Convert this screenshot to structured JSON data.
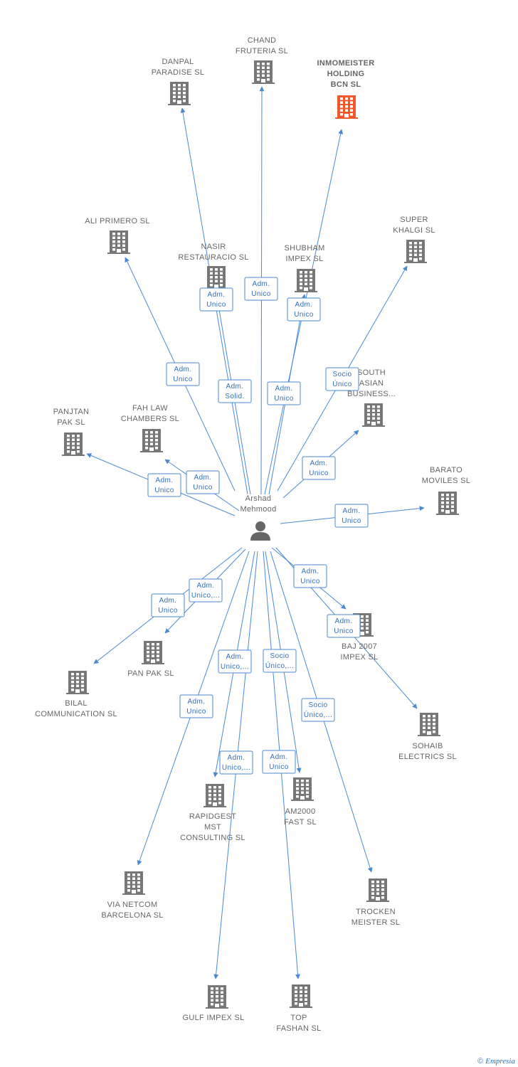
{
  "colors": {
    "edge": "#4a8ad4",
    "building": "#777777",
    "highlight": "#f05a2a",
    "person": "#666666"
  },
  "center": {
    "id": "arshad",
    "label_lines": [
      "Arshad",
      "Mehmood"
    ],
    "icon": "person-icon"
  },
  "nodes": [
    {
      "id": "danpal",
      "label_lines": [
        "DANPAL",
        "PARADISE SL"
      ],
      "icon": "building-icon"
    },
    {
      "id": "chand",
      "label_lines": [
        "CHAND",
        "FRUTERIA SL"
      ],
      "icon": "building-icon"
    },
    {
      "id": "inmomeister",
      "label_lines": [
        "INMOMEISTER",
        "HOLDING",
        "BCN SL"
      ],
      "icon": "building-icon",
      "highlight": true
    },
    {
      "id": "aliprimero",
      "label_lines": [
        "ALI PRIMERO SL"
      ],
      "icon": "building-icon"
    },
    {
      "id": "nasir",
      "label_lines": [
        "NASIR",
        "RESTAURACIO SL"
      ],
      "icon": "building-icon"
    },
    {
      "id": "shubham",
      "label_lines": [
        "SHUBHAM",
        "IMPEX SL"
      ],
      "icon": "building-icon"
    },
    {
      "id": "superkhalgi",
      "label_lines": [
        "SUPER",
        "KHALGI SL"
      ],
      "icon": "building-icon"
    },
    {
      "id": "southasian",
      "label_lines": [
        "SOUTH",
        "ASIAN",
        "BUSINESS..."
      ],
      "icon": "building-icon"
    },
    {
      "id": "panjtan",
      "label_lines": [
        "PANJTAN",
        "PAK SL"
      ],
      "icon": "building-icon"
    },
    {
      "id": "fahlaw",
      "label_lines": [
        "FAH LAW",
        "CHAMBERS SL"
      ],
      "icon": "building-icon"
    },
    {
      "id": "barato",
      "label_lines": [
        "BARATO",
        "MOVILES SL"
      ],
      "icon": "building-icon"
    },
    {
      "id": "baj2007",
      "label_lines": [
        "BAJ 2007",
        "IMPEX SL"
      ],
      "icon": "building-icon"
    },
    {
      "id": "panpak",
      "label_lines": [
        "PAN PAK SL"
      ],
      "icon": "building-icon"
    },
    {
      "id": "bilal",
      "label_lines": [
        "BILAL",
        "COMMUNICATION SL"
      ],
      "icon": "building-icon"
    },
    {
      "id": "sohaib",
      "label_lines": [
        "SOHAIB",
        "ELECTRICS SL"
      ],
      "icon": "building-icon"
    },
    {
      "id": "rapidgest",
      "label_lines": [
        "RAPIDGEST",
        "MST",
        "CONSULTING SL"
      ],
      "icon": "building-icon"
    },
    {
      "id": "am2000",
      "label_lines": [
        "AM2000",
        "FAST  SL"
      ],
      "icon": "building-icon"
    },
    {
      "id": "vianetcom",
      "label_lines": [
        "VIA NETCOM",
        "BARCELONA SL"
      ],
      "icon": "building-icon"
    },
    {
      "id": "trocken",
      "label_lines": [
        "TROCKEN",
        "MEISTER SL"
      ],
      "icon": "building-icon"
    },
    {
      "id": "gulf",
      "label_lines": [
        "GULF IMPEX SL"
      ],
      "icon": "building-icon"
    },
    {
      "id": "topfashan",
      "label_lines": [
        "TOP",
        "FASHAN SL"
      ],
      "icon": "building-icon"
    }
  ],
  "edges": [
    {
      "to": "danpal",
      "label_lines": [
        "Adm.",
        "Solid."
      ]
    },
    {
      "to": "chand",
      "label_lines": [
        "Adm.",
        "Unico"
      ]
    },
    {
      "to": "inmomeister",
      "label_lines": [
        "Adm.",
        "Unico"
      ]
    },
    {
      "to": "aliprimero",
      "label_lines": [
        "Adm.",
        "Unico"
      ]
    },
    {
      "to": "nasir",
      "label_lines": [
        "Adm.",
        "Unico"
      ]
    },
    {
      "to": "shubham",
      "label_lines": [
        "Adm.",
        "Unico"
      ]
    },
    {
      "to": "superkhalgi",
      "label_lines": [
        "Socio",
        "Único"
      ]
    },
    {
      "to": "southasian",
      "label_lines": [
        "Adm.",
        "Unico"
      ]
    },
    {
      "to": "panjtan",
      "label_lines": [
        "Adm.",
        "Unico"
      ]
    },
    {
      "to": "fahlaw",
      "label_lines": [
        "Adm.",
        "Unico"
      ]
    },
    {
      "to": "barato",
      "label_lines": [
        "Adm.",
        "Unico"
      ]
    },
    {
      "to": "baj2007",
      "label_lines": [
        "Adm.",
        "Unico"
      ]
    },
    {
      "to": "panpak",
      "label_lines": [
        "Adm.",
        "Unico,..."
      ]
    },
    {
      "to": "bilal",
      "label_lines": [
        "Adm.",
        "Unico"
      ]
    },
    {
      "to": "sohaib",
      "label_lines": [
        "Adm.",
        "Unico"
      ]
    },
    {
      "to": "rapidgest",
      "label_lines": [
        "Adm.",
        "Unico,..."
      ]
    },
    {
      "to": "am2000",
      "label_lines": [
        "Socio",
        "Único,..."
      ]
    },
    {
      "to": "vianetcom",
      "label_lines": [
        "Adm.",
        "Unico"
      ]
    },
    {
      "to": "trocken",
      "label_lines": [
        "Socio",
        "Único,..."
      ]
    },
    {
      "to": "gulf",
      "label_lines": [
        "Adm.",
        "Unico,..."
      ]
    },
    {
      "to": "topfashan",
      "label_lines": [
        "Adm.",
        "Unico"
      ]
    }
  ],
  "footer": {
    "copyright": "©",
    "brand": "Empresia"
  }
}
